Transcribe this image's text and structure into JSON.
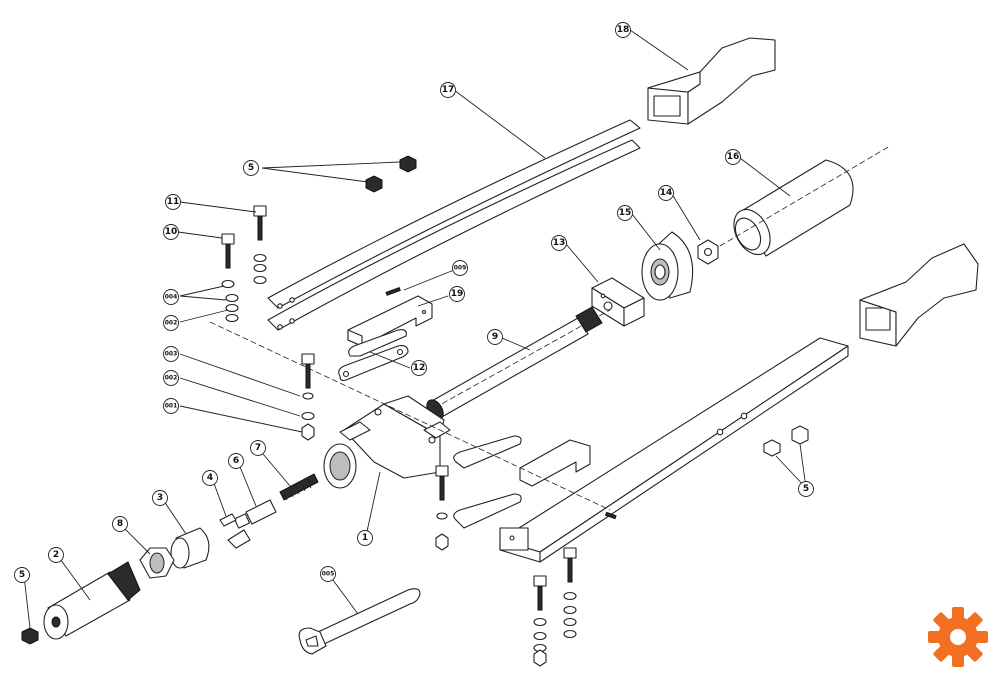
{
  "diagram": {
    "callouts": {
      "c18": "18",
      "c17": "17",
      "c16": "16",
      "c15": "15",
      "c14": "14",
      "c13": "13",
      "c12": "12",
      "c11": "11",
      "c10": "10",
      "c9": "9",
      "c8": "8",
      "c7": "7",
      "c6": "6",
      "c5a": "5",
      "c5b": "5",
      "c5c": "5",
      "c4": "4",
      "c3": "3",
      "c2": "2",
      "c1": "1",
      "c19": "19",
      "c009": "009",
      "c004": "004",
      "c002a": "002",
      "c003": "003",
      "c002b": "002",
      "c001": "001",
      "c005": "005"
    }
  },
  "colors": {
    "accent": "#f36f21",
    "line": "#222222"
  },
  "icons": {
    "brand": "gear-icon"
  }
}
